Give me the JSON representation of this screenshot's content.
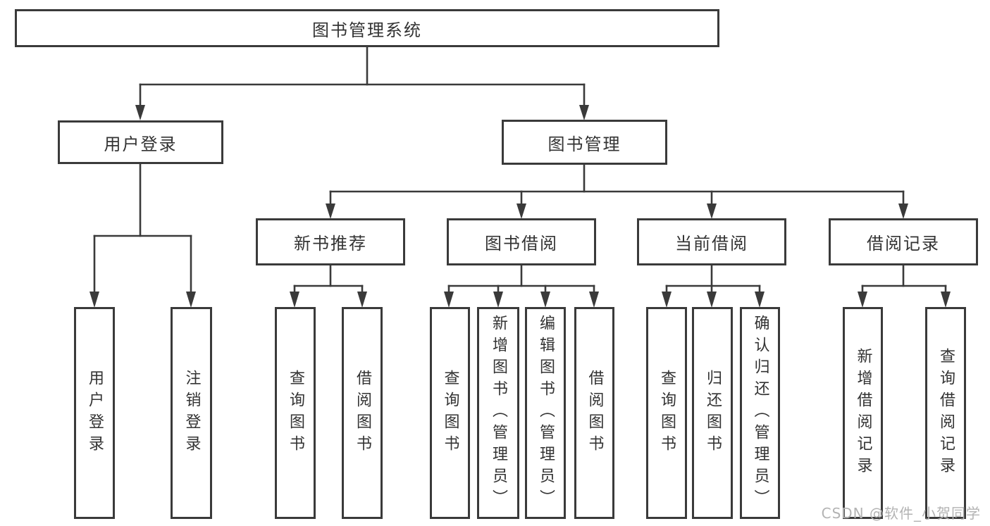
{
  "diagram": {
    "root": {
      "label": "图书管理系统"
    },
    "children": [
      {
        "label": "用户登录",
        "children": [
          {
            "label": "用户登录"
          },
          {
            "label": "注销登录"
          }
        ]
      },
      {
        "label": "图书管理",
        "children": [
          {
            "label": "新书推荐",
            "children": [
              {
                "label": "查询图书"
              },
              {
                "label": "借阅图书"
              }
            ]
          },
          {
            "label": "图书借阅",
            "children": [
              {
                "label": "查询图书"
              },
              {
                "label": "新增图书（管理员）"
              },
              {
                "label": "编辑图书（管理员）"
              },
              {
                "label": "借阅图书"
              }
            ]
          },
          {
            "label": "当前借阅",
            "children": [
              {
                "label": "查询图书"
              },
              {
                "label": "归还图书"
              },
              {
                "label": "确认归还（管理员）"
              }
            ]
          },
          {
            "label": "借阅记录",
            "children": [
              {
                "label": "新增借阅记录"
              },
              {
                "label": "查询借阅记录"
              }
            ]
          }
        ]
      }
    ]
  },
  "watermark": {
    "text": "CSDN @软件_小贺同学"
  },
  "colors": {
    "line": "#3a3a3a",
    "text": "#333333",
    "watermark": "#b3b3b3",
    "background": "#ffffff"
  }
}
